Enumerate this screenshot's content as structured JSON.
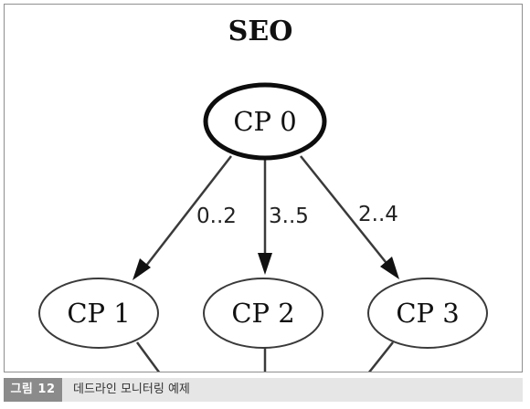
{
  "diagram": {
    "title": "SEO",
    "nodes": {
      "cp0": "CP 0",
      "cp1": "CP 1",
      "cp2": "CP 2",
      "cp3": "CP 3"
    },
    "edges": {
      "cp0_cp1": "0..2",
      "cp0_cp2": "3..5",
      "cp0_cp3": "2..4"
    }
  },
  "caption": {
    "label": "그림 12",
    "text": "데드라인 모니터링 예제"
  },
  "colors": {
    "line": "#3a3a3a",
    "caption_label_bg": "#8b8b8b",
    "caption_bar_bg": "#e6e6e6"
  }
}
